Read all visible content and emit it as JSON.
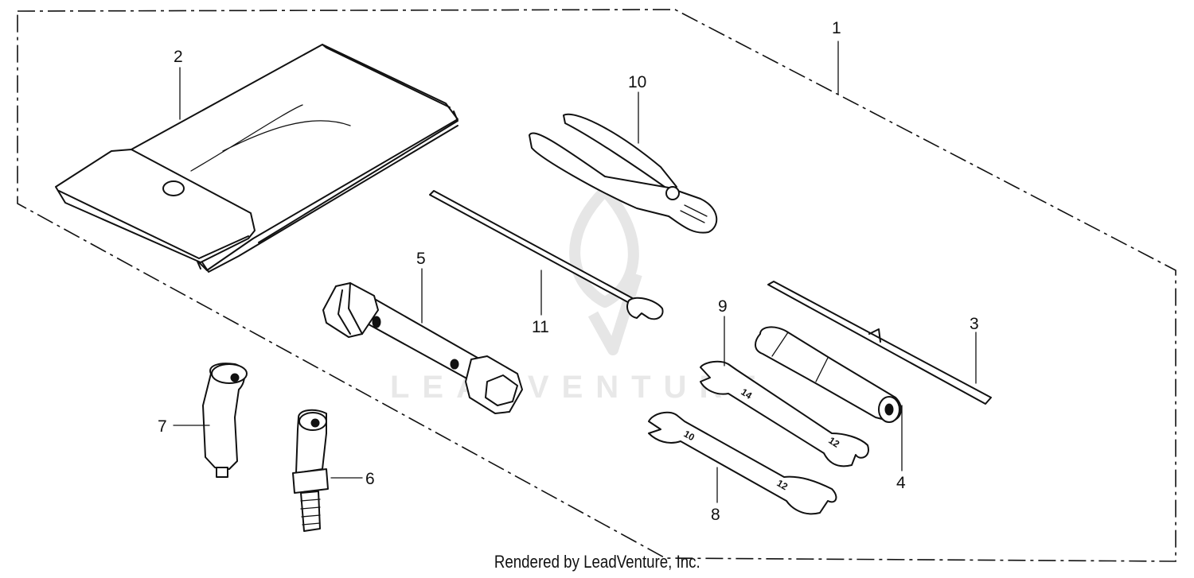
{
  "diagram": {
    "callouts": [
      "1",
      "2",
      "3",
      "4",
      "5",
      "6",
      "7",
      "8",
      "9",
      "10",
      "11"
    ],
    "watermark": "LEADVENTURE",
    "footer_text": "Rendered by LeadVenture, Inc."
  },
  "colors": {
    "line": "#111111",
    "background": "#ffffff",
    "watermark": "#e8e8e8"
  }
}
